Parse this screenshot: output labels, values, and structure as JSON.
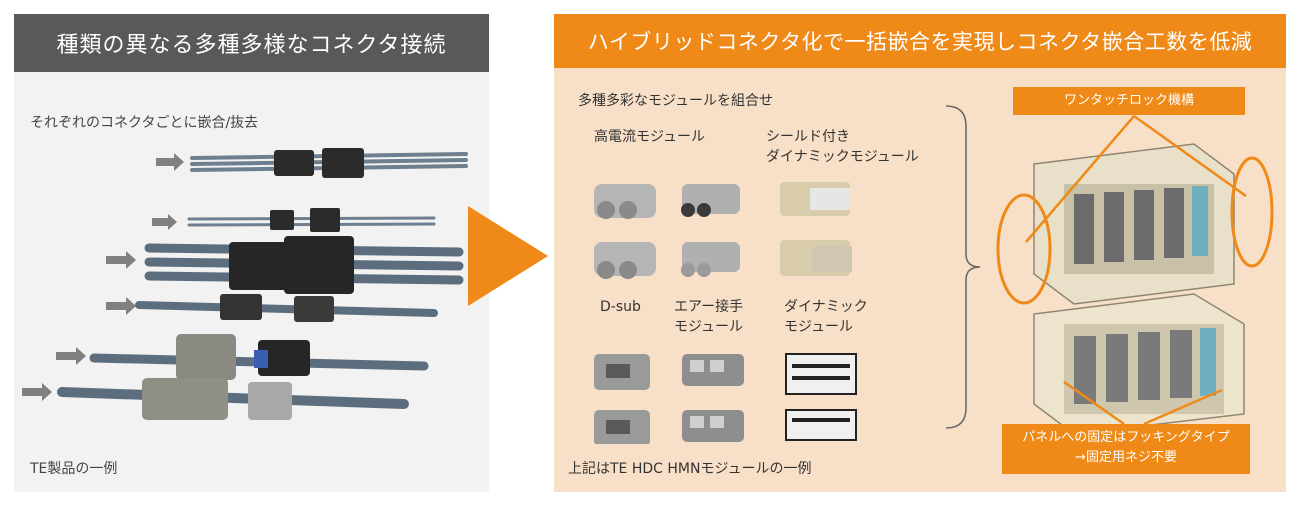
{
  "left": {
    "header": "種類の異なる多種多様なコネクタ接続",
    "subtitle": "それぞれのコネクタごとに嵌合/抜去",
    "footer": "TE製品の一例"
  },
  "right": {
    "header": "ハイブリッドコネクタ化で一括嵌合を実現しコネクタ嵌合工数を低減",
    "combine_label": "多種多彩なモジュールを組合せ",
    "modules": {
      "high_current": "高電流モジュール",
      "shielded_line1": "シールド付き",
      "shielded_line2": "ダイナミックモジュール",
      "dsub": "D-sub",
      "air_line1": "エアー接手",
      "air_line2": "モジュール",
      "dynamic_line1": "ダイナミック",
      "dynamic_line2": "モジュール"
    },
    "footer": "上記はTE HDC HMNモジュールの一例",
    "callouts": {
      "lock": "ワンタッチロック機構",
      "panel_line1": "パネルへの固定はフッキングタイプ",
      "panel_line2": "→固定用ネジ不要"
    }
  },
  "colors": {
    "accent_orange": "#ef8a18",
    "dark_gray": "#595959",
    "right_bg": "#f8e0c8",
    "left_bg": "#f2f2f2"
  }
}
